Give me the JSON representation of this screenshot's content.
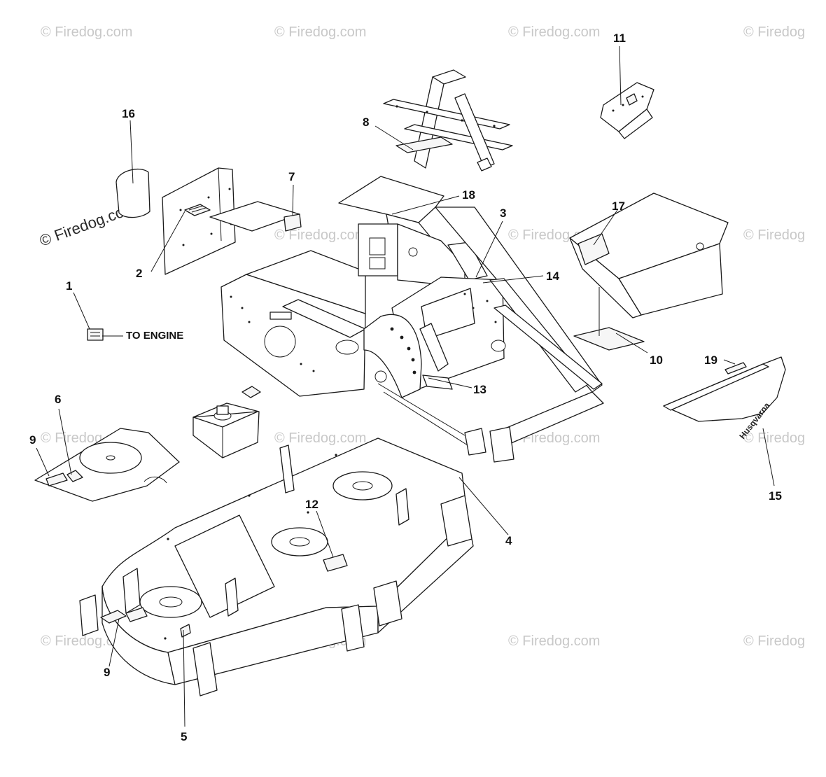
{
  "watermark": "© Firedog.com",
  "watermark_short": "© Firedog",
  "callouts": {
    "c1": "1",
    "c2": "2",
    "c3": "3",
    "c4": "4",
    "c5": "5",
    "c6": "6",
    "c7": "7",
    "c8": "8",
    "c9a": "9",
    "c9b": "9",
    "c10": "10",
    "c11": "11",
    "c12": "12",
    "c13": "13",
    "c14": "14",
    "c15": "15",
    "c16": "16",
    "c17": "17",
    "c18": "18",
    "c19": "19"
  },
  "annotation": "TO ENGINE",
  "decal_brand": "Husqvarna"
}
